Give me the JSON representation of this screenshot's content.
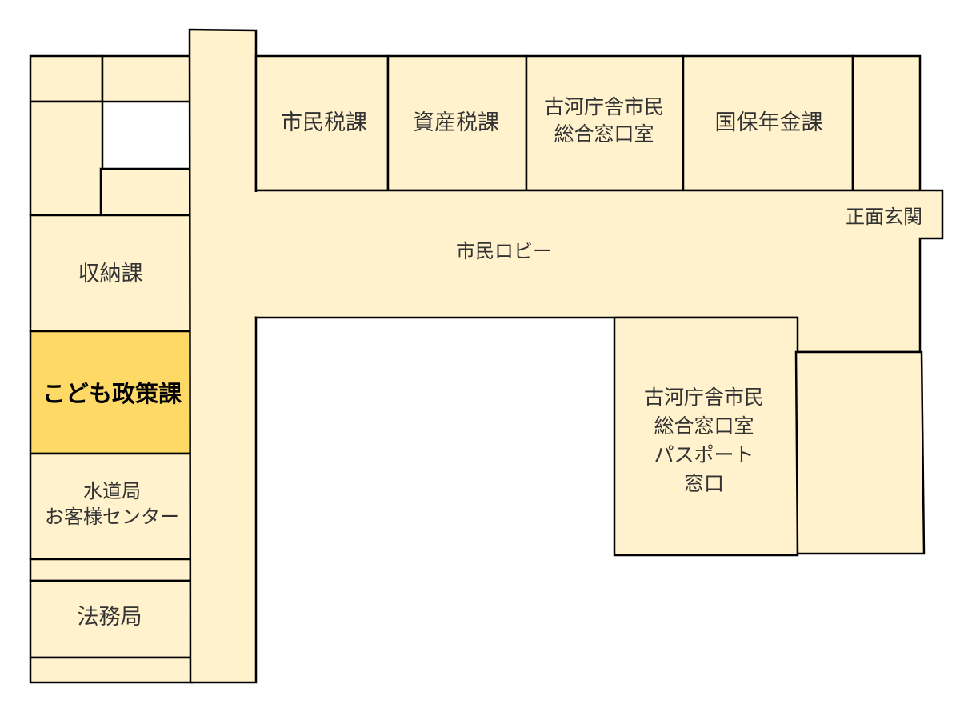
{
  "rooms": {
    "shiminzei": "市民税課",
    "shisanzei": "資産税課",
    "koga_madoguchi": [
      "古河庁舎市民",
      "総合窓口室"
    ],
    "kokuho": "国保年金課",
    "shomen_genkan": "正面玄関",
    "shimin_lobby": "市民ロビー",
    "shuno": "収納課",
    "kodomo": "こども政策課",
    "suido": [
      "水道局",
      "お客様センター"
    ],
    "homu": "法務局",
    "passport": [
      "古河庁舎市民",
      "総合窓口室",
      "パスポート",
      "窓口"
    ]
  },
  "colors": {
    "room_fill": "#fff2cc",
    "highlight_fill": "#ffd966",
    "outline": "#000000",
    "text": "#333333"
  }
}
